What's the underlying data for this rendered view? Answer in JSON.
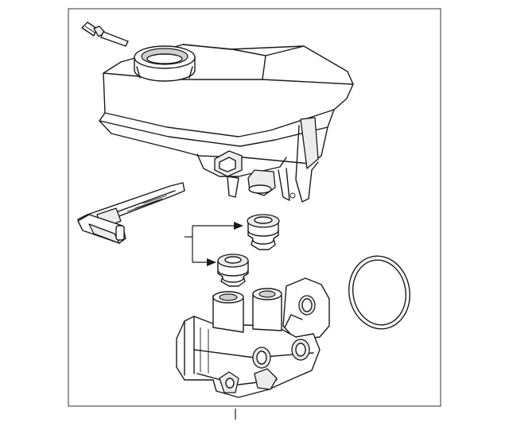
{
  "figure": {
    "type": "exploded-parts-diagram",
    "parts": [
      "reservoir-cap",
      "fluid-reservoir",
      "level-sensor",
      "reservoir-grommet-upper",
      "reservoir-grommet-lower",
      "seal-ring",
      "master-cylinder-body"
    ],
    "colors": {
      "line": "#1a1a1a",
      "shade": "#ececec",
      "border": "#333333"
    }
  }
}
